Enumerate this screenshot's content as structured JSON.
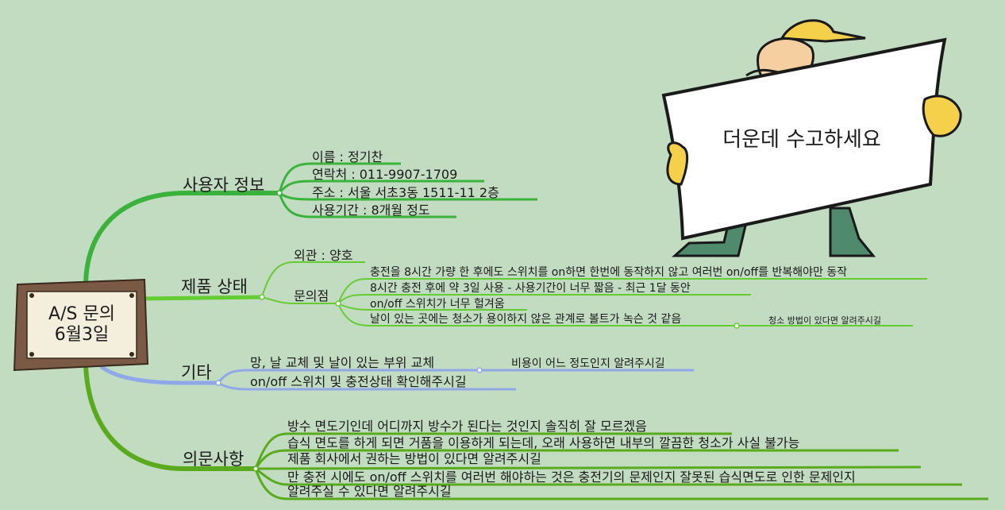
{
  "root": {
    "line1": "A/S 문의",
    "line2": "6월3일"
  },
  "cartoon": {
    "sign_text": "더운데 수고하세요"
  },
  "branches": {
    "user": {
      "label": "사용자 정보",
      "items": [
        "이름 : 정기찬",
        "연락처 : 011-9907-1709",
        "주소 : 서울 서초3동 1511-11 2층",
        "사용기간 : 8개월 정도"
      ]
    },
    "product": {
      "label": "제품 상태",
      "appearance": "외관 : 양호",
      "issues_label": "문의점",
      "issues": [
        "충전을 8시간 가량 한 후에도 스위치를 on하면 한번에 동작하지 않고 여러번 on/off를 반복해야만 동작",
        "8시간 충전 후에 약 3일 사용 - 사용기간이 너무 짧음 - 최근 1달 동안",
        "on/off 스위치가 너무 헐겨움",
        "날이 있는 곳에는 청소가 용이하지 않은 관계로 볼트가 녹슨 것 같음"
      ],
      "issue_followup": "청소 방법이 있다면 알려주시길"
    },
    "etc": {
      "label": "기타",
      "items": [
        "망, 날 교체 및 날이 있는 부위 교체",
        "on/off 스위치 및 충전상태 확인해주시길"
      ],
      "followup": "비용이 어느 정도인지 알려주시길"
    },
    "questions": {
      "label": "의문사항",
      "items": [
        "방수 면도기인데 어디까지 방수가 된다는 것인지 솔직히 잘 모르겠음",
        "습식 면도를 하게 되면 거품을 이용하게 되는데, 오래 사용하면 내부의 깔끔한 청소가 사실 불가능",
        "제품 회사에서 권하는 방법이 있다면 알려주시길",
        "만 충전 시에도 on/off 스위치를 여러번 해야하는 것은 충전기의 문제인지 잘못된 습식면도로 인한 문제인지",
        "알려주실 수 있다면 알려주시길"
      ]
    }
  },
  "colors": {
    "background": "#c2dcc2",
    "user_branch": "#3bb23b",
    "product_branch": "#66cc33",
    "etc_branch": "#8fa8e8",
    "questions_branch": "#5aaa1e",
    "wood": "#7a5a44",
    "paper": "#f4efdc"
  }
}
